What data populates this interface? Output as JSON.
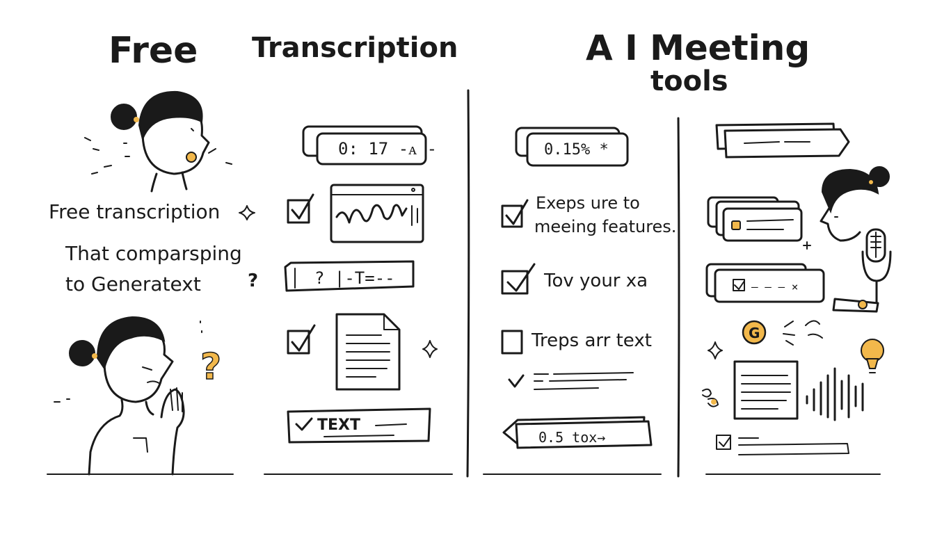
{
  "accent_color": "#F2B84B",
  "header": {
    "free": "Free",
    "transcription": "Transcription",
    "ai_meeting": "A I  Meeting",
    "tools": "tools"
  },
  "left_text": {
    "line1": "Free transcription",
    "line2": "That comparsping",
    "line3": "to Generatext"
  },
  "transcription_column": {
    "timer": "0: 17 -ᴀ -",
    "field": "? |-T=--",
    "text_pill": "TEXT"
  },
  "ai_column": {
    "percent": "0.15% *",
    "item1_line1": "Exeps ure to",
    "item1_line2": "meeing features.",
    "item2": "Tov your xa",
    "item3": "Treps arr text",
    "bottom_pill": "0.5 tox→"
  },
  "far_right": {
    "checked_row": "— — — ×",
    "coin": "G"
  }
}
